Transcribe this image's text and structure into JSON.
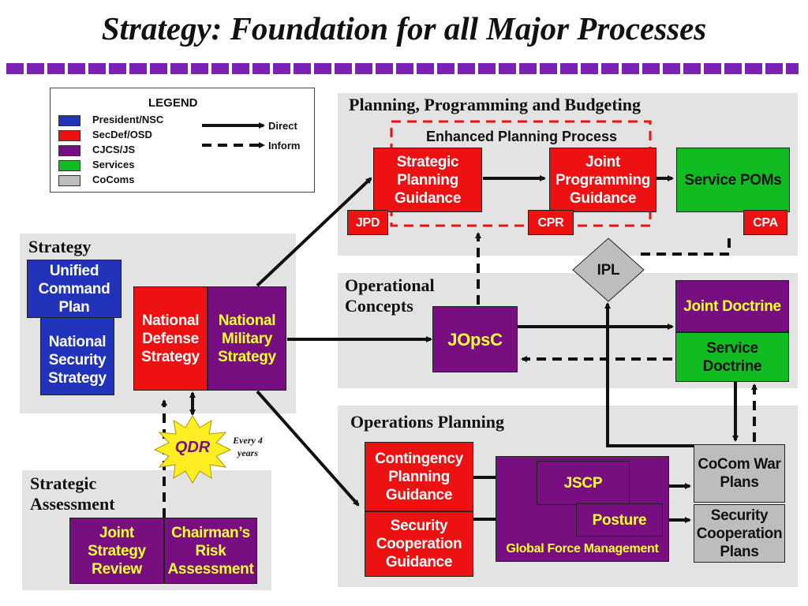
{
  "title": "Strategy: Foundation for all Major Processes",
  "colors": {
    "president_nsc": "#2233bb",
    "secdef_osd": "#ee1111",
    "cjcs_js": "#770f80",
    "services": "#11bb22",
    "cocoms": "#bdbdbd",
    "stripe": "#7b22b4",
    "qdr_star": "#ffee22"
  },
  "legend": {
    "title": "LEGEND",
    "items": [
      "President/NSC",
      "SecDef/OSD",
      "CJCS/JS",
      "Services",
      "CoComs"
    ],
    "line_types": [
      "Direct",
      "Inform"
    ]
  },
  "panels": {
    "ppb": "Planning, Programming and Budgeting",
    "epp": "Enhanced Planning Process",
    "strategy": "Strategy",
    "operational_concepts": "Operational Concepts",
    "operations_planning": "Operations Planning",
    "strategic_assessment": "Strategic Assessment"
  },
  "boxes": {
    "spg": "Strategic Planning Guidance",
    "jpg": "Joint Programming Guidance",
    "poms": "Service POMs",
    "jpd": "JPD",
    "cpr": "CPR",
    "cpa": "CPA",
    "ipl": "IPL",
    "ucp": "Unified Command Plan",
    "nss": "National Security Strategy",
    "nds": "National Defense Strategy",
    "nms": "National Military Strategy",
    "jopsc": "JOpsC",
    "joint_doctrine": "Joint Doctrine",
    "service_doctrine": "Service Doctrine",
    "cpg": "Contingency Planning Guidance",
    "scg": "Security Cooperation Guidance",
    "jscp": "JSCP",
    "posture": "Posture",
    "gfm": "Global Force Management",
    "cocom_war_plans": "CoCom War Plans",
    "sc_plans": "Security Cooperation Plans",
    "jsr": "Joint Strategy Review",
    "cra": "Chairman’s Risk Assessment",
    "qdr": "QDR",
    "qdr_freq": "Every 4 years"
  }
}
